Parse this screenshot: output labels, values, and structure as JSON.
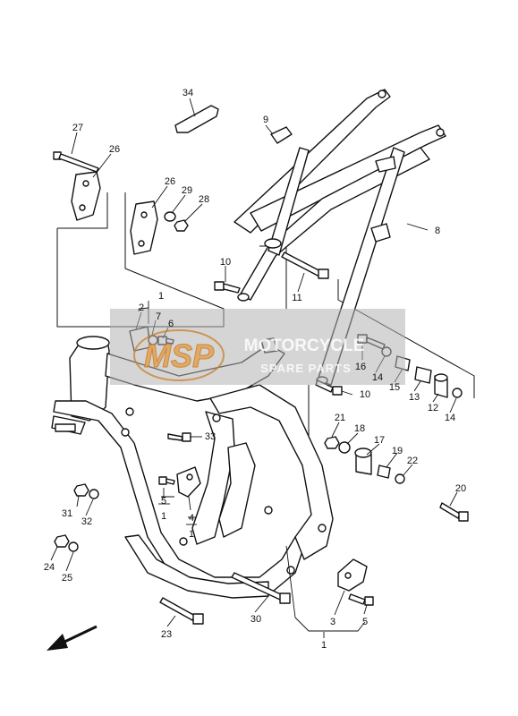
{
  "watermark": {
    "logo_text": "MSP",
    "brand_text": "MOTORCYCLE",
    "sub_text": "SPARE PARTS",
    "colors": {
      "panel": "#b3b3b3",
      "logo_fill": "#e4a256",
      "logo_stroke": "#c77a20"
    }
  },
  "direction_arrow": {
    "icon": "arrow-front-icon"
  },
  "callouts": [
    {
      "id": "c34",
      "label": "34"
    },
    {
      "id": "c9",
      "label": "9"
    },
    {
      "id": "c27",
      "label": "27"
    },
    {
      "id": "c26a",
      "label": "26"
    },
    {
      "id": "c26b",
      "label": "26"
    },
    {
      "id": "c29",
      "label": "29"
    },
    {
      "id": "c28",
      "label": "28"
    },
    {
      "id": "c8",
      "label": "8"
    },
    {
      "id": "c10a",
      "label": "10"
    },
    {
      "id": "c11",
      "label": "11"
    },
    {
      "id": "c1a",
      "label": "1"
    },
    {
      "id": "c2",
      "label": "2"
    },
    {
      "id": "c7",
      "label": "7"
    },
    {
      "id": "c6",
      "label": "6"
    },
    {
      "id": "c16",
      "label": "16"
    },
    {
      "id": "c14a",
      "label": "14"
    },
    {
      "id": "c15",
      "label": "15"
    },
    {
      "id": "c13",
      "label": "13"
    },
    {
      "id": "c12",
      "label": "12"
    },
    {
      "id": "c14b",
      "label": "14"
    },
    {
      "id": "c10b",
      "label": "10"
    },
    {
      "id": "c21",
      "label": "21"
    },
    {
      "id": "c18",
      "label": "18"
    },
    {
      "id": "c17",
      "label": "17"
    },
    {
      "id": "c19",
      "label": "19"
    },
    {
      "id": "c22",
      "label": "22"
    },
    {
      "id": "c33",
      "label": "33"
    },
    {
      "id": "c5a",
      "label": "5"
    },
    {
      "id": "c1b",
      "label": "1"
    },
    {
      "id": "c4",
      "label": "4"
    },
    {
      "id": "c1c",
      "label": "1"
    },
    {
      "id": "c31",
      "label": "31"
    },
    {
      "id": "c32",
      "label": "32"
    },
    {
      "id": "c24",
      "label": "24"
    },
    {
      "id": "c25",
      "label": "25"
    },
    {
      "id": "c20",
      "label": "20"
    },
    {
      "id": "c30",
      "label": "30"
    },
    {
      "id": "c23",
      "label": "23"
    },
    {
      "id": "c3",
      "label": "3"
    },
    {
      "id": "c5b",
      "label": "5"
    },
    {
      "id": "c1d",
      "label": "1"
    }
  ]
}
